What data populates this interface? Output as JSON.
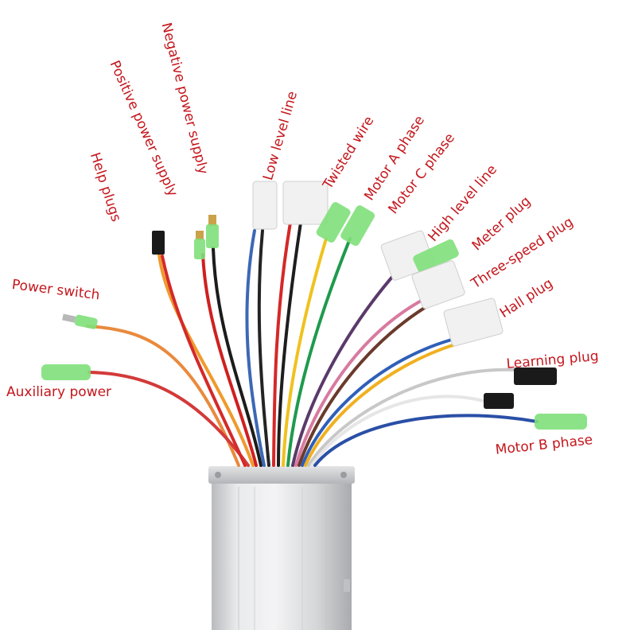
{
  "labels": {
    "help_plugs": "Help plugs",
    "positive_power_supply": "Positive power supply",
    "negative_power_supply": "Negative power supply",
    "low_level_line": "Low level line",
    "twisted_wire": "Twisted wire",
    "motor_a_phase": "Motor A phase",
    "motor_c_phase": "Motor C phase",
    "high_level_line": "High level line",
    "meter_plug": "Meter plug",
    "three_speed_plug": "Three-speed plug",
    "hall_plug": "Hall plug",
    "power_switch": "Power switch",
    "learning_plug": "Learning plug",
    "auxiliary_power": "Auxiliary power",
    "motor_b_phase": "Motor B phase"
  },
  "colors": {
    "label_text": "#c4161c",
    "controller_body": "#d9dadc",
    "green_sleeve": "#7fe07a",
    "connector_white": "#f1f1f1",
    "connector_black": "#1a1a1a"
  },
  "icons": {
    "controller": "brushless-controller-body"
  }
}
